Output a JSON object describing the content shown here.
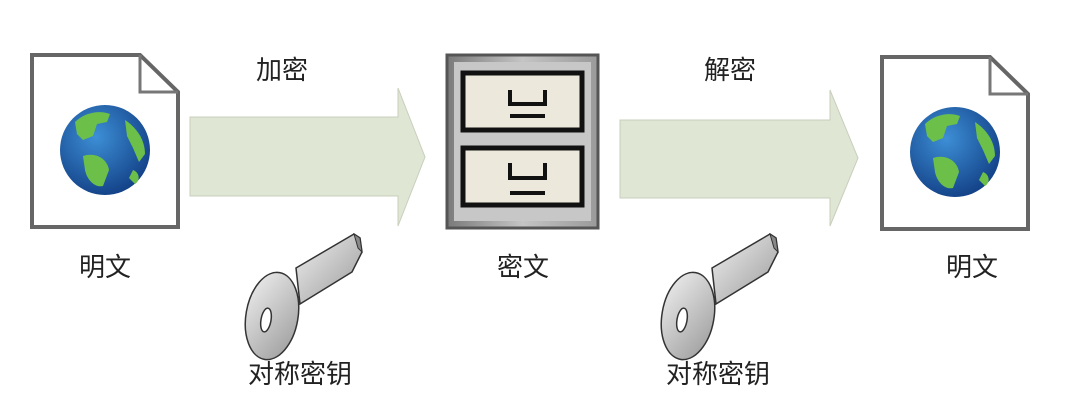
{
  "diagram": {
    "encrypt_label": "加密",
    "decrypt_label": "解密",
    "plaintext_left_label": "明文",
    "ciphertext_label": "密文",
    "plaintext_right_label": "明文",
    "key_left_label": "对称密钥",
    "key_right_label": "对称密钥"
  },
  "colors": {
    "arrow_fill": "#dfe6d3",
    "globe_ocean": "#1d5fa8",
    "globe_land": "#6cc04a",
    "drawer_face": "#ece9dc",
    "key_fill": "#c8c8c8"
  }
}
